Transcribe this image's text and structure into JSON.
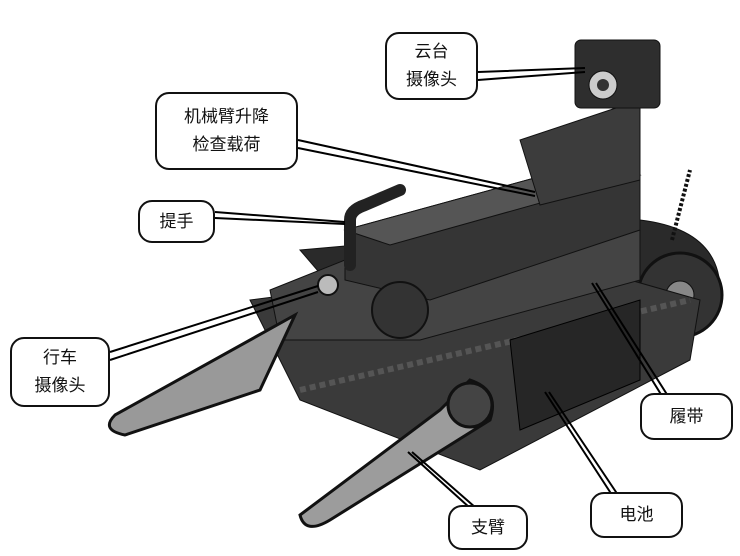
{
  "labels": {
    "ptz_camera": [
      "云台",
      "摄像头"
    ],
    "arm_payload": [
      "机械臂升降",
      "检查载荷"
    ],
    "handle": [
      "提手"
    ],
    "drive_camera": [
      "行车",
      "摄像头"
    ],
    "track": [
      "履带"
    ],
    "battery": [
      "电池"
    ],
    "flipper_arm": [
      "支臂"
    ]
  }
}
